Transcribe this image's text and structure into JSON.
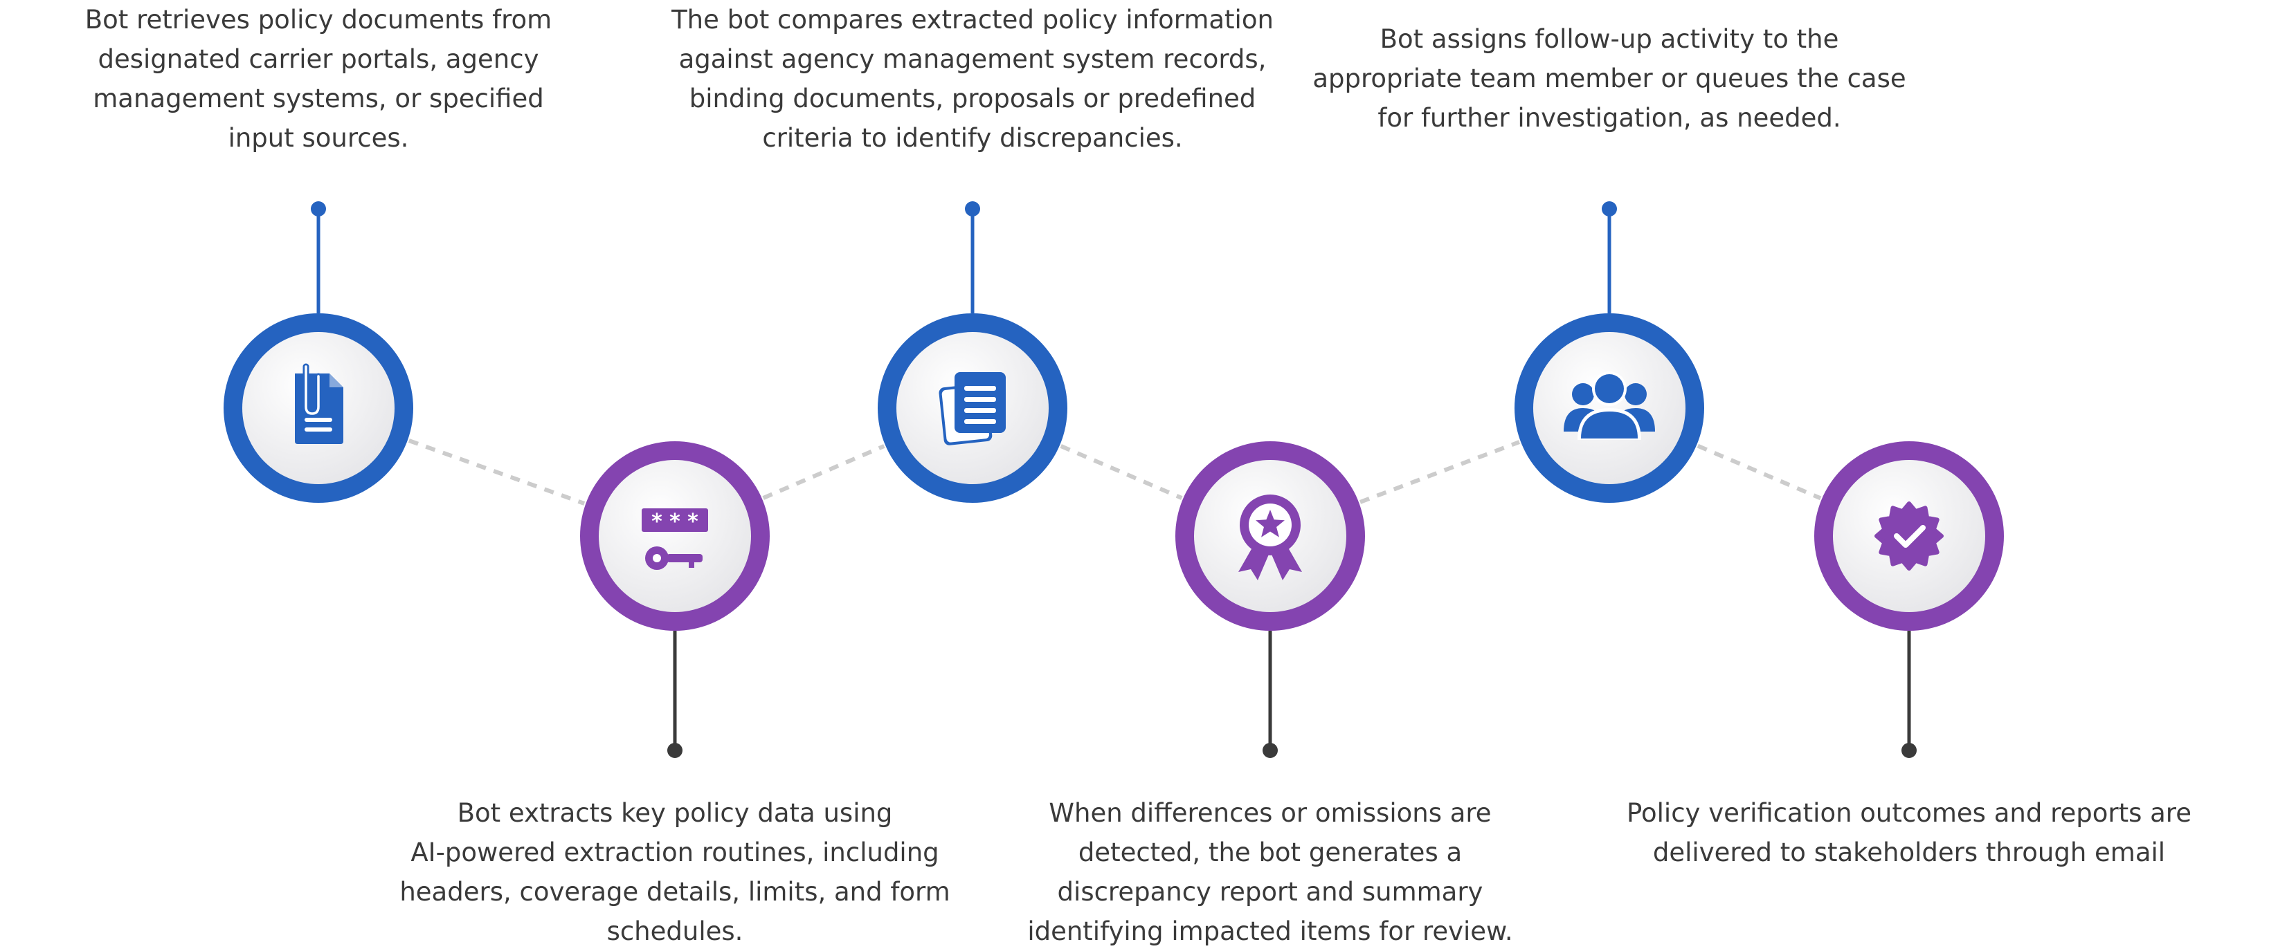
{
  "colors": {
    "blue": "#2563c0",
    "purple": "#8444b0",
    "connector": "#cccccc",
    "stem_dark": "#3a3a3a",
    "text": "#3a3a3a"
  },
  "steps": [
    {
      "icon": "clipped-document-icon",
      "accent": "blue",
      "label_position": "above",
      "text_lines": [
        "Bot retrieves policy documents from",
        "designated carrier portals, agency",
        "management systems, or specified",
        "input sources."
      ]
    },
    {
      "icon": "password-key-icon",
      "accent": "purple",
      "label_position": "below",
      "text_lines": [
        "Bot extracts key policy data using",
        "AI-powered extraction routines, including",
        "headers, coverage details, limits, and form",
        "schedules."
      ]
    },
    {
      "icon": "stacked-documents-icon",
      "accent": "blue",
      "label_position": "above",
      "text_lines": [
        "The bot compares extracted policy information",
        "against agency management system records,",
        "binding documents, proposals or predefined",
        "criteria to identify discrepancies."
      ]
    },
    {
      "icon": "award-ribbon-icon",
      "accent": "purple",
      "label_position": "below",
      "text_lines": [
        "When differences or omissions are",
        "detected, the bot generates a",
        "discrepancy report and summary",
        "identifying impacted items for review."
      ]
    },
    {
      "icon": "team-users-icon",
      "accent": "blue",
      "label_position": "above",
      "text_lines": [
        "Bot assigns follow-up activity to the",
        "appropriate team member or queues the case",
        "for further investigation, as needed."
      ]
    },
    {
      "icon": "verified-badge-icon",
      "accent": "purple",
      "label_position": "below",
      "text_lines": [
        "Policy verification outcomes and reports are",
        "delivered to stakeholders through email"
      ]
    }
  ]
}
